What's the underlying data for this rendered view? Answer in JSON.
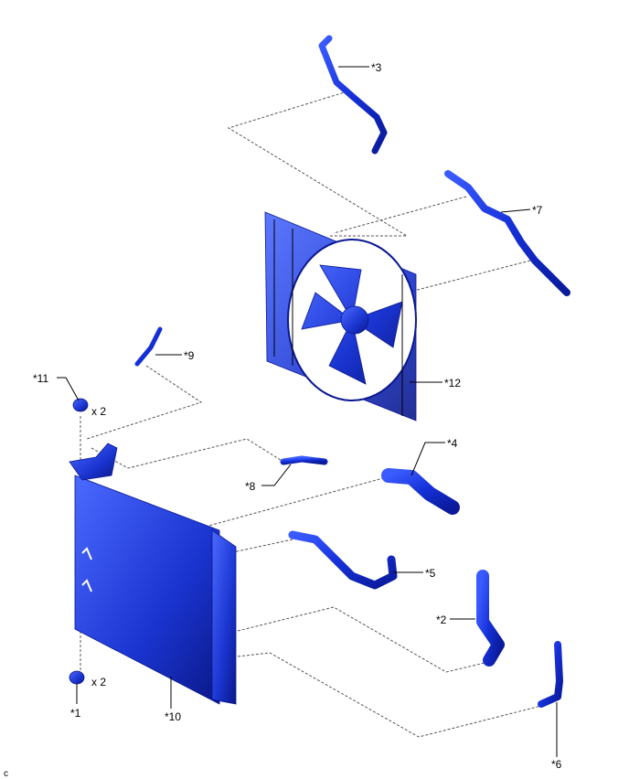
{
  "diagram": {
    "labels": {
      "p1": "*1",
      "p2": "*2",
      "p3": "*3",
      "p4": "*4",
      "p5": "*5",
      "p6": "*6",
      "p7": "*7",
      "p8": "*8",
      "p9": "*9",
      "p10": "*10",
      "p11": "*11",
      "p12": "*12"
    },
    "qty_top": "x 2",
    "qty_bottom": "x 2",
    "corner_mark": "c",
    "colors": {
      "part_dark": "#0a1890",
      "part_mid": "#1f3fe0",
      "part_light": "#6f8cff",
      "dash": "#555555"
    }
  }
}
